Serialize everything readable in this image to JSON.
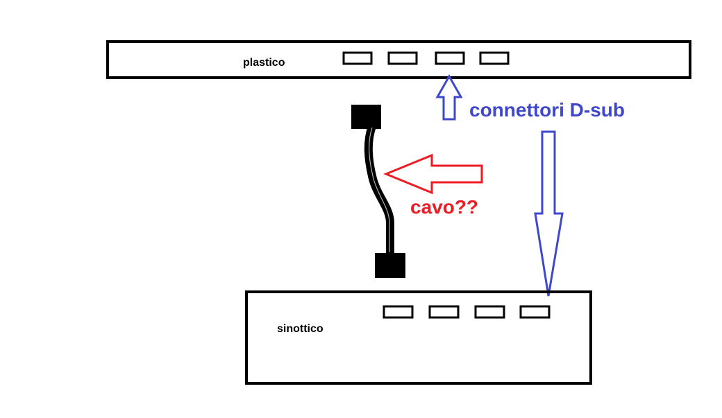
{
  "colors": {
    "outline": "#000000",
    "background": "#ffffff",
    "cable": "#000000",
    "connector_arrow": "#3f48cc",
    "cable_arrow": "#ed1c24"
  },
  "top_box": {
    "label": "plastico",
    "connector_count": 4
  },
  "bottom_box": {
    "label": "sinottico",
    "connector_count": 4
  },
  "annotations": {
    "connectors_label": "connettori D-sub",
    "cable_label": "cavo??"
  },
  "icons": {
    "up_arrow": "arrow-up-outline-icon",
    "down_arrow": "arrow-down-outline-icon",
    "left_arrow": "arrow-left-outline-icon",
    "cable": "cable-icon"
  }
}
